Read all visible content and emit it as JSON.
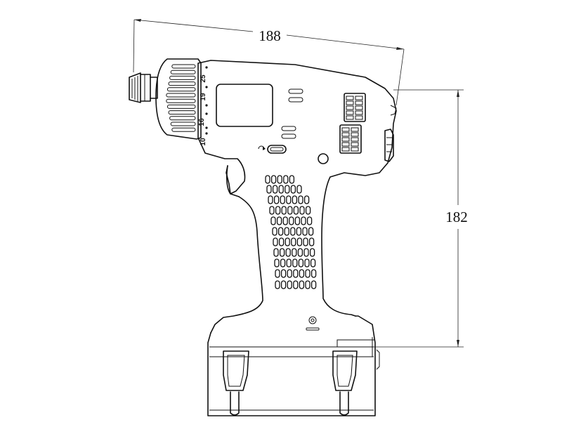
{
  "dimensions": {
    "length": "188",
    "height": "182"
  },
  "torque_scale": {
    "marks": [
      "25",
      "19",
      "16",
      "10"
    ]
  }
}
